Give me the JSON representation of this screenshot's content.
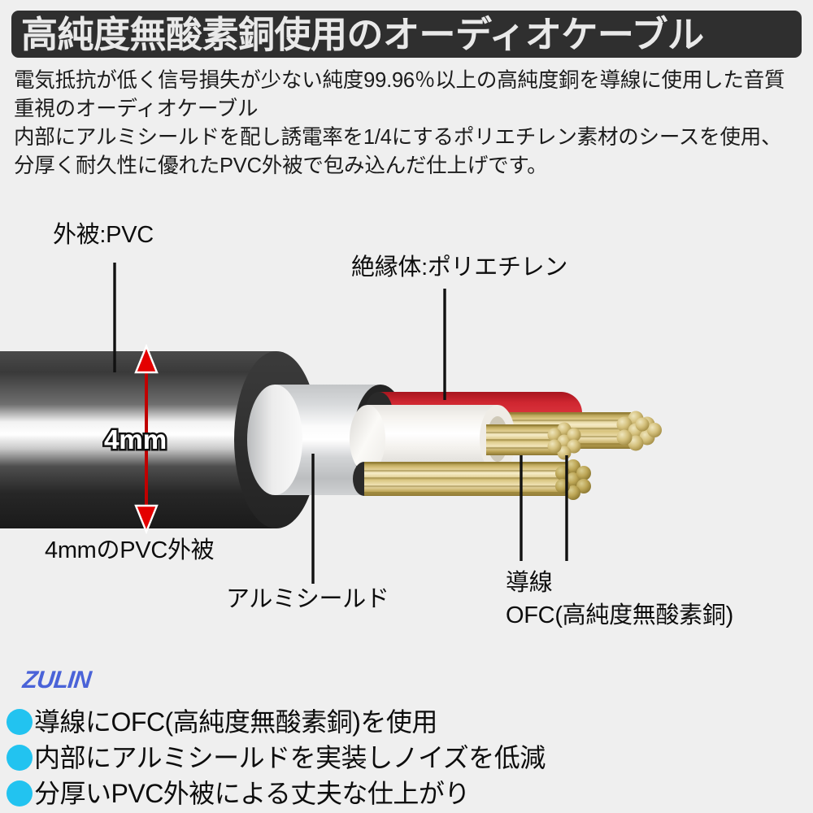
{
  "header": {
    "title": "高純度無酸素銅使用のオーディオケーブル",
    "bar_color": "#2f2f2f",
    "text_color": "#e9e9e9"
  },
  "description": {
    "text": "電気抵抗が低く信号損失が少ない純度99.96％以上の高純度銅を導線に使用した音質重視のオーディオケーブル\n内部にアルミシールドを配し誘電率を1/4にするポリエチレン素材のシースを使用、分厚く耐久性に優れたPVC外被で包み込んだ仕上げです。"
  },
  "diagram": {
    "labels": {
      "outer_jacket": "外被:PVC",
      "insulator": "絶縁体:ポリエチレン",
      "dimension": "4mm",
      "jacket_thickness": "4mmのPVC外被",
      "shield": "アルミシールド",
      "conductor_line1": "導線",
      "conductor_line2": "OFC(高純度無酸素銅)"
    },
    "colors": {
      "jacket": "#1a1a1a",
      "shield": "#d4d6d8",
      "insulation_white": "#f7f5f1",
      "insulation_red": "#c8232c",
      "conductor_gold": "#c9ae5c",
      "dimension_arrow": "#d80000",
      "background": "#efefef"
    }
  },
  "logo": {
    "text": "ZULIN",
    "color": "#4a63d8"
  },
  "bullets": {
    "dot_color": "#22c3f0",
    "items": [
      "導線にOFC(高純度無酸素銅)を使用",
      "内部にアルミシールドを実装しノイズを低減",
      "分厚いPVC外被による丈夫な仕上がり"
    ]
  }
}
